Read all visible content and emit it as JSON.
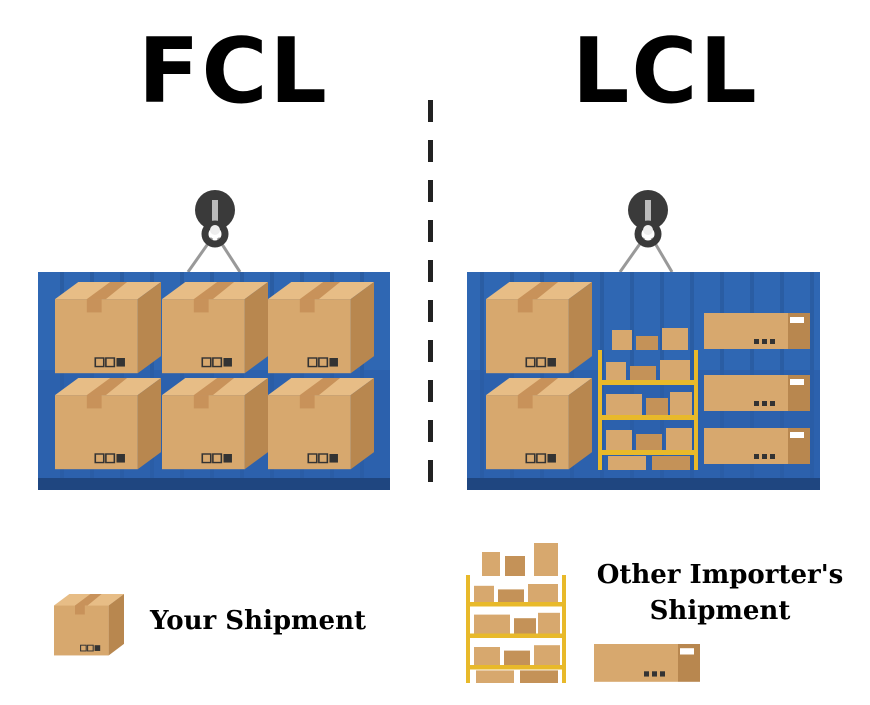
{
  "titles": {
    "fcl": "FCL",
    "lcl": "LCL"
  },
  "legend": {
    "your_shipment": "Your Shipment",
    "other_line1": "Other Importer's",
    "other_line2": "Shipment"
  },
  "colors": {
    "container": "#2f67b3",
    "box": "#d7a86e",
    "box_dark": "#b8874f",
    "tape": "#c8925a",
    "shelf": "#e8b92a"
  },
  "icons": [
    "crane-hook-icon",
    "cardboard-box-icon",
    "warehouse-shelf-icon",
    "flat-box-icon"
  ]
}
